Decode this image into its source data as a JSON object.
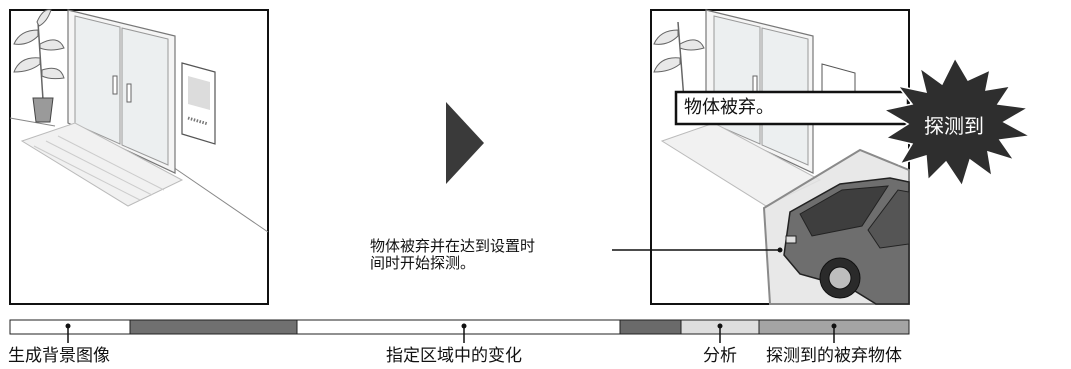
{
  "left_panel": {
    "name": "background-scene"
  },
  "right_panel": {
    "banner_text": "物体被弃。",
    "burst_text": "探测到",
    "callout_text_line1": "物体被弃并在达到设置时",
    "callout_text_line2": "间时开始探测。"
  },
  "timeline": {
    "segments": [
      {
        "label": "生成背景图像",
        "color": "#ffffff"
      },
      {
        "label": "",
        "color": "#707070"
      },
      {
        "label": "指定区域中的变化",
        "color": "#ffffff"
      },
      {
        "label": "",
        "color": "#6a6a6a"
      },
      {
        "label": "分析",
        "color": "#dedede"
      },
      {
        "label": "探测到的被弃物体",
        "color": "#a4a4a4"
      }
    ]
  },
  "colors": {
    "stroke": "#111111",
    "car": "#6e6e6e",
    "burst": "#2e2e2e"
  }
}
